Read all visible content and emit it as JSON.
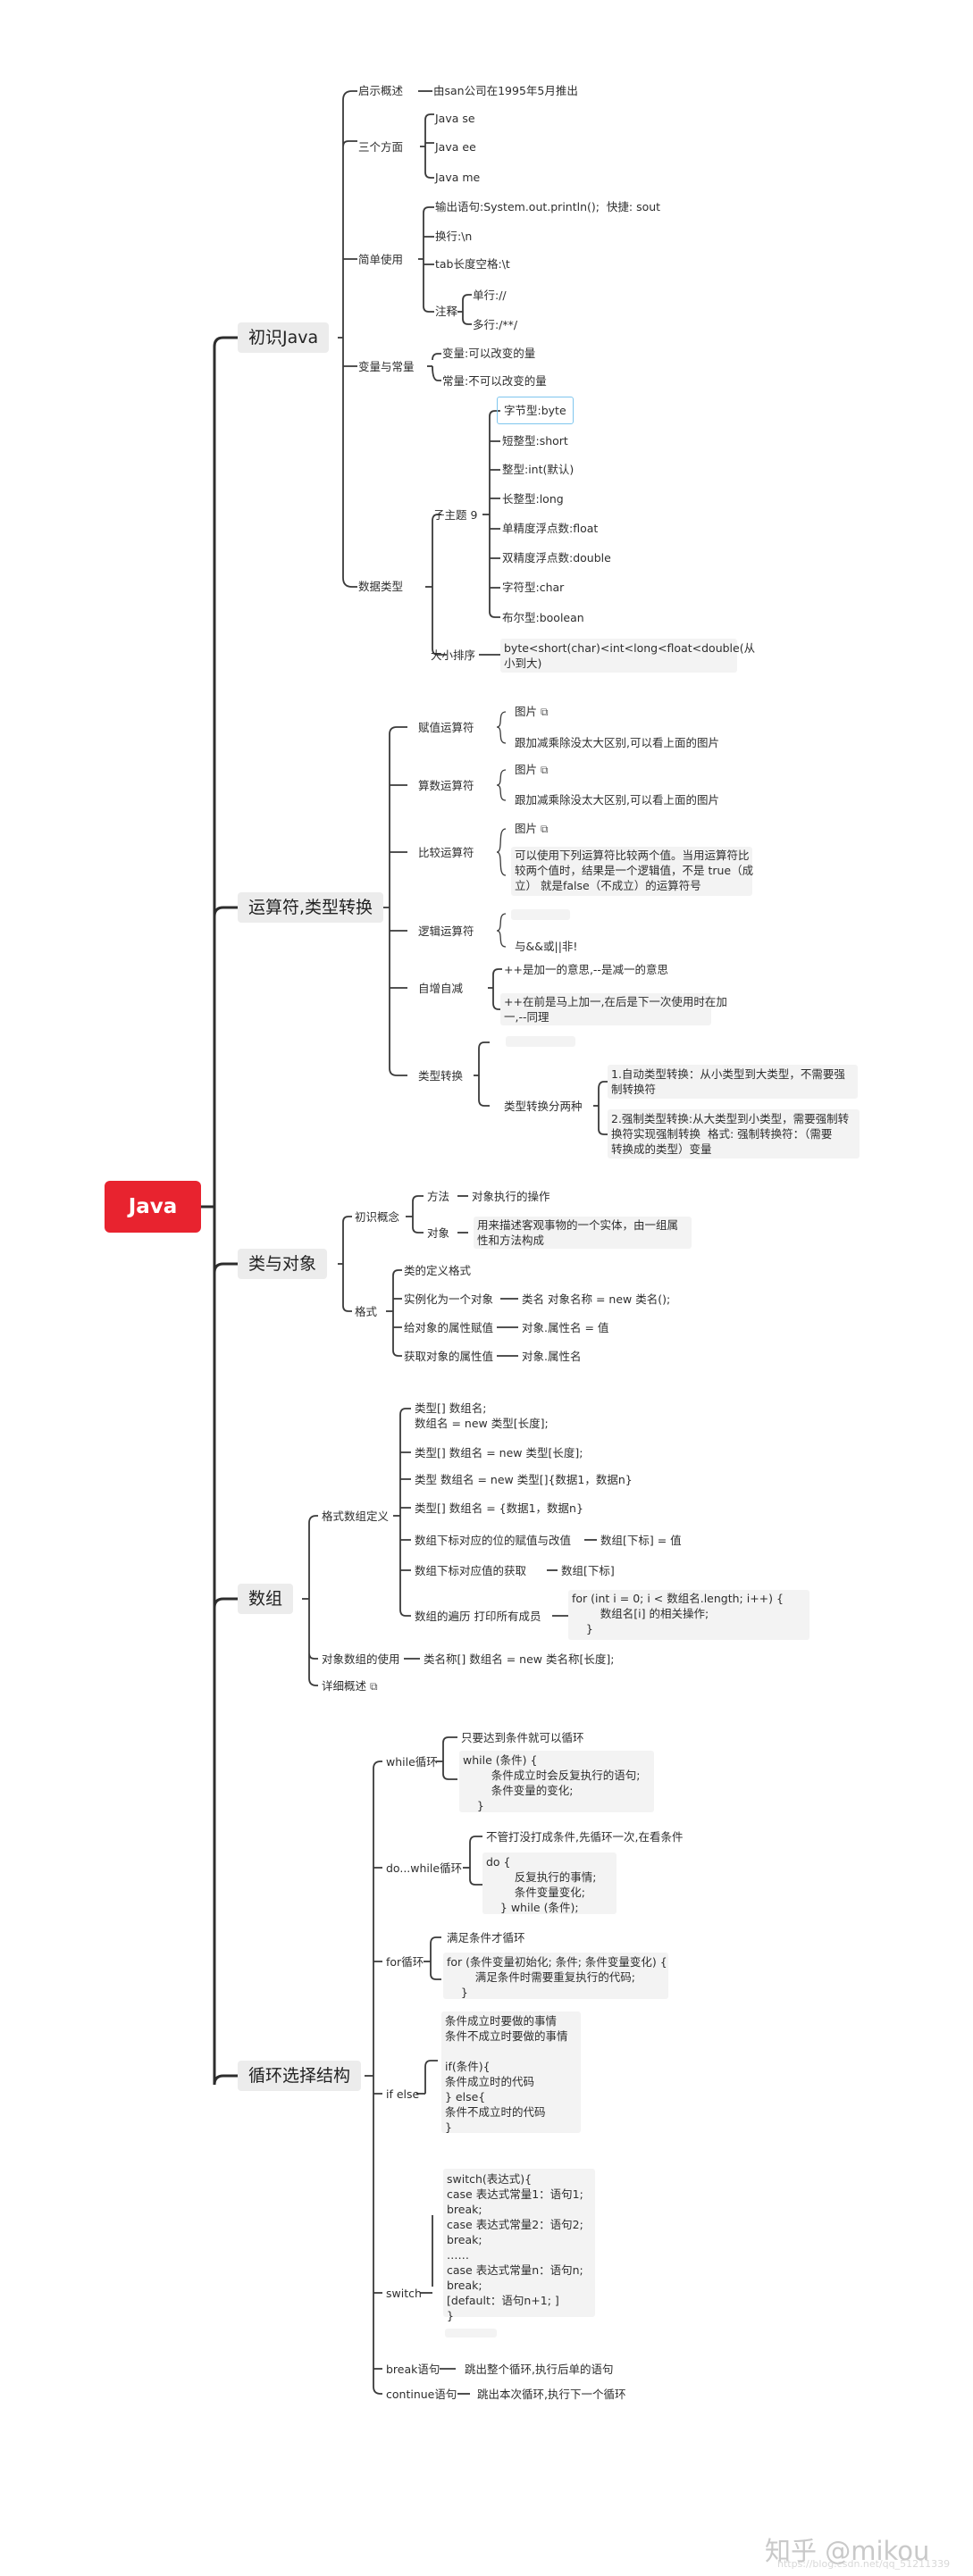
{
  "root": "Java",
  "main": {
    "b1": "初识Java",
    "b2": "运算符,类型转换",
    "b3": "类与对象",
    "b4": "数组",
    "b5": "循环选择结构"
  },
  "chuji": {
    "l1": "启示概述",
    "l1a": "由san公司在1995年5月推出",
    "l2": "三个方面",
    "l2a": "Java se",
    "l2b": "Java ee",
    "l2c": "Java me",
    "l3": "简单使用",
    "l3a": "输出语句:System.out.println();  快捷: sout",
    "l3b": "换行:\\n",
    "l3c": "tab长度空格:\\t",
    "l3d": "注释",
    "l3d1": "单行://",
    "l3d2": "多行:/**/",
    "l4": "变量与常量",
    "l4a": "变量:可以改变的量",
    "l4b": "常量:不可以改变的量",
    "l5": "数据类型",
    "l5a": "子主题 9",
    "t1": "字节型:byte",
    "t2": "短整型:short",
    "t3": "整型:int(默认)",
    "t4": "长整型:long",
    "t5": "单精度浮点数:float",
    "t6": "双精度浮点数:double",
    "t7": "字符型:char",
    "t8": "布尔型:boolean",
    "l5b": "大小排序",
    "l5b1": "byte<short(char)<int<long<float<double(从\n小到大)"
  },
  "yunsuan": {
    "a": "赋值运算符",
    "a1": "图片",
    "a2": "跟加减乘除没太大区别,可以看上面的图片",
    "b": "算数运算符",
    "b1": "图片",
    "b2": "跟加减乘除没太大区别,可以看上面的图片",
    "c": "比较运算符",
    "c1": "图片",
    "c2": "可以使用下列运算符比较两个值。当用运算符比\n较两个值时，结果是一个逻辑值，不是 true（成\n立） 就是false（不成立）的运算符号",
    "d": "逻辑运算符",
    "d2": "与&&或||非!",
    "e": "自增自减",
    "e1": "++是加一的意思,--是减一的意思",
    "e2": "++在前是马上加一,在后是下一次使用时在加\n一,--同理",
    "f": "类型转换",
    "f1": "类型转换分两种",
    "f1a": "1.自动类型转换：从小类型到大类型，不需要强\n制转换符",
    "f1b": "2.强制类型转换:从大类型到小类型，需要强制转\n换符实现强制转换  格式: 强制转换符：（需要\n转换成的类型）变量"
  },
  "lei": {
    "a": "初识概念",
    "a1": "方法",
    "a1v": "对象执行的操作",
    "a2": "对象",
    "a2v": "用来描述客观事物的一个实体，由一组属\n性和方法构成",
    "b": "格式",
    "b1": "类的定义格式",
    "b2": "实例化为一个对象",
    "b2v": "类名 对象名称 = new 类名();",
    "b3": "给对象的属性赋值",
    "b3v": "对象.属性名 = 值",
    "b4": "获取对象的属性值",
    "b4v": "对象.属性名"
  },
  "shuzu": {
    "a": "格式数组定义",
    "a1": "类型[] 数组名;\n数组名 = new 类型[长度];",
    "a2": "类型[] 数组名 = new 类型[长度];",
    "a3": "类型 数组名 = new 类型[]{数据1，数据n}",
    "a4": "类型[] 数组名 = {数据1，数据n}",
    "a5": "数组下标对应的位的赋值与改值",
    "a5v": "数组[下标] = 值",
    "a6": "数组下标对应值的获取",
    "a6v": "数组[下标]",
    "a7": "数组的遍历 打印所有成员",
    "a7v": "for (int i = 0; i < 数组名.length; i++) {\n        数组名[i] 的相关操作;\n    }",
    "b": "对象数组的使用",
    "bv": "类名称[] 数组名 = new 类名称[长度];",
    "c": "详细概述"
  },
  "xunhuan": {
    "w": "while循环",
    "w1": "只要达到条件就可以循环",
    "w2": "while (条件) {\n        条件成立时会反复执行的语句;\n        条件变量的变化;\n    }",
    "d": "do...while循环",
    "d1": "不管打没打成条件,先循环一次,在看条件",
    "d2": "do {\n        反复执行的事情;\n        条件变量变化;\n    } while (条件);",
    "f": "for循环",
    "f1": "满足条件才循环",
    "f2": "for (条件变量初始化; 条件; 条件变量变化) {\n        满足条件时需要重复执行的代码;\n    }",
    "i": "if else",
    "i1": "条件成立时要做的事情\n条件不成立时要做的事情\n\nif(条件){\n条件成立时的代码\n} else{\n条件不成立时的代码\n}",
    "s": "switch",
    "s1": "switch(表达式){\ncase 表达式常量1：语句1;\nbreak;\ncase 表达式常量2：语句2;\nbreak;\n……\ncase 表达式常量n：语句n;\nbreak;\n[default：语句n+1; ]\n}",
    "br": "break语句",
    "brv": "跳出整个循环,执行后单的语句",
    "co": "continue语句",
    "cov": "跳出本次循环,执行下一个循环"
  },
  "watermark": "知乎 @mikou",
  "watermark_url": "https://blog.csdn.net/qq_51211339"
}
